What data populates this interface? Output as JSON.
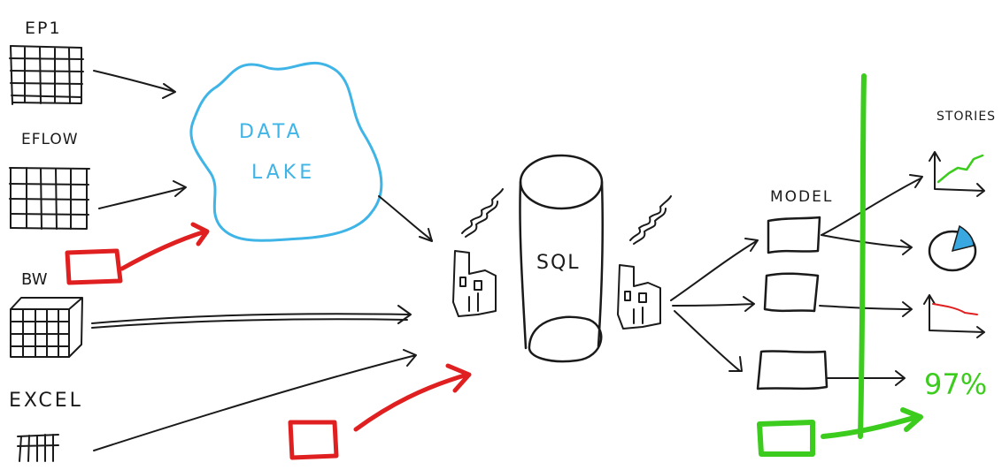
{
  "sources": {
    "ep1_label": "EP1",
    "eflow_label": "EFLOW",
    "bw_label": "BW",
    "excel_label": "EXCEL"
  },
  "lake": {
    "line1": "DATA",
    "line2": "LAKE"
  },
  "warehouse": {
    "label": "SQL"
  },
  "models": {
    "label": "MODEL"
  },
  "outputs": {
    "stories_label": "STORIES",
    "kpi_value": "97%"
  },
  "colors": {
    "ink": "#1a1a1a",
    "lake_blue": "#3fb4e6",
    "pie_fill": "#3aa8e0",
    "red_marker": "#e02020",
    "green_marker": "#3ccc1e"
  }
}
